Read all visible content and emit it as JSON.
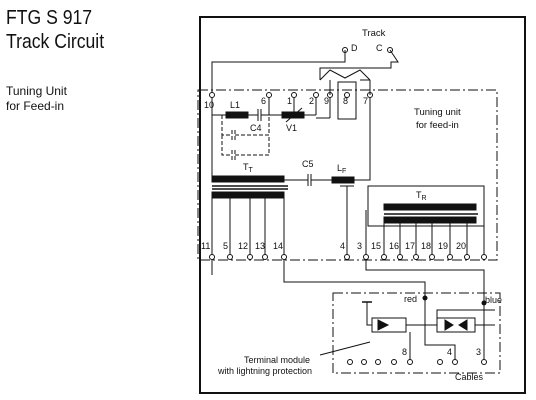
{
  "title": {
    "line1": "FTG S 917",
    "line2": "Track Circuit",
    "subtitle_line1": "Tuning Unit",
    "subtitle_line2": "for Feed-in"
  },
  "diagram": {
    "track_label": "Track",
    "track_terminals": [
      "D",
      "C"
    ],
    "tuning_unit_label_line1": "Tuning unit",
    "tuning_unit_label_line2": "for feed-in",
    "component_labels": {
      "l1": "L1",
      "c4": "C4",
      "v1": "V1",
      "c5": "C5",
      "lf": "L",
      "lf_sub": "F",
      "tt": "T",
      "tt_sub": "T",
      "tr": "T",
      "tr_sub": "R"
    },
    "top_terminals": [
      "10",
      "6",
      "1",
      "2",
      "9",
      "8",
      "7"
    ],
    "bottom_terminals": [
      "11",
      "5",
      "12",
      "13",
      "14",
      "4",
      "3",
      "15",
      "16",
      "17",
      "18",
      "19",
      "20"
    ],
    "wire_labels": {
      "red": "red",
      "blue": "blue"
    },
    "terminal_module_line1": "Terminal module",
    "terminal_module_line2": "with lightning protection",
    "module_terminals": [
      "8",
      "4",
      "3"
    ],
    "cables_label": "Cables"
  }
}
